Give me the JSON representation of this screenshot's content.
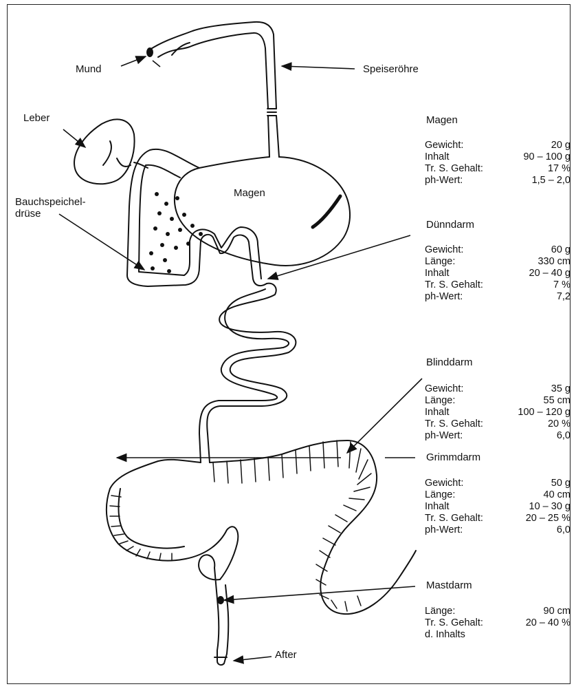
{
  "labels": {
    "mund": "Mund",
    "speiseroehre": "Speiseröhre",
    "leber": "Leber",
    "magen_inner": "Magen",
    "bauchspeichel_1": "Bauchspeichel-",
    "bauchspeichel_2": "drüse",
    "after": "After"
  },
  "sections": [
    {
      "title": "Magen",
      "rows": [
        {
          "k": "Gewicht:",
          "v": "20 g"
        },
        {
          "k": "Inhalt",
          "v": "90 – 100 g"
        },
        {
          "k": "Tr. S. Gehalt:",
          "v": "17 %"
        },
        {
          "k": "ph-Wert:",
          "v": "1,5 – 2,0"
        }
      ]
    },
    {
      "title": "Dünndarm",
      "rows": [
        {
          "k": "Gewicht:",
          "v": "60 g"
        },
        {
          "k": "Länge:",
          "v": "330 cm"
        },
        {
          "k": "Inhalt",
          "v": "20 – 40 g"
        },
        {
          "k": "Tr. S. Gehalt:",
          "v": "7 %"
        },
        {
          "k": "ph-Wert:",
          "v": "7,2"
        }
      ]
    },
    {
      "title": "Blinddarm",
      "rows": [
        {
          "k": "Gewicht:",
          "v": "35 g"
        },
        {
          "k": "Länge:",
          "v": "55 cm"
        },
        {
          "k": "Inhalt",
          "v": "100 – 120 g"
        },
        {
          "k": "Tr. S. Gehalt:",
          "v": "20 %"
        },
        {
          "k": "ph-Wert:",
          "v": "6,0"
        }
      ]
    },
    {
      "title": "Grimmdarm",
      "rows": [
        {
          "k": "Gewicht:",
          "v": "50 g"
        },
        {
          "k": "Länge:",
          "v": "40 cm"
        },
        {
          "k": "Inhalt",
          "v": "10 – 30 g"
        },
        {
          "k": "Tr. S. Gehalt:",
          "v": "20 – 25 %"
        },
        {
          "k": "ph-Wert:",
          "v": "6,0"
        }
      ]
    },
    {
      "title": "Mastdarm",
      "rows": [
        {
          "k": "Länge:",
          "v": "90 cm"
        },
        {
          "k": "Tr. S. Gehalt:",
          "v": "20 – 40 %"
        },
        {
          "k": "d. Inhalts",
          "v": ""
        }
      ]
    }
  ]
}
